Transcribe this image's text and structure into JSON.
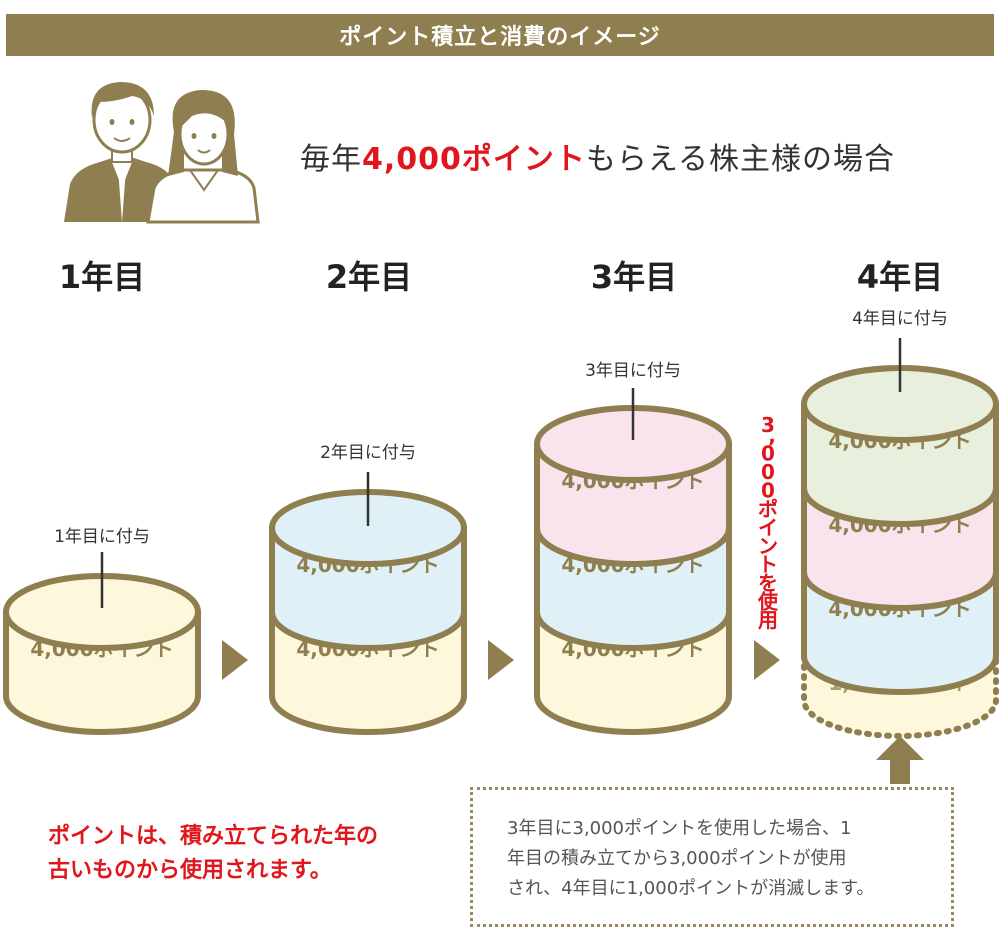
{
  "header": {
    "title": "ポイント積立と消費のイメージ"
  },
  "headline": {
    "prefix": "毎年",
    "highlight": "4,000ポイント",
    "suffix": "もらえる株主様の場合"
  },
  "years": [
    {
      "label": "1年目",
      "grant_label": "1年目に付与",
      "segments": [
        "4,000ポイント"
      ]
    },
    {
      "label": "2年目",
      "grant_label": "2年目に付与",
      "segments": [
        "4,000ポイント",
        "4,000ポイント"
      ]
    },
    {
      "label": "3年目",
      "grant_label": "3年目に付与",
      "segments": [
        "4,000ポイント",
        "4,000ポイント",
        "4,000ポイント"
      ]
    },
    {
      "label": "4年目",
      "grant_label": "4年目に付与",
      "segments": [
        "1,000ポイント",
        "4,000ポイント",
        "4,000ポイント",
        "4,000ポイント"
      ]
    }
  ],
  "used_label": "3,000ポイントを使用",
  "note_red": {
    "line1": "ポイントは、積み立てられた年の",
    "line2": "古いものから使用されます。"
  },
  "note_box": {
    "line1": "3年目に3,000ポイントを使用した場合、1",
    "line2": "年目の積み立てから3,000ポイントが使用",
    "line3": "され、4年目に1,000ポイントが消滅します。"
  },
  "colors": {
    "header": "#8f7f50",
    "outline": "#8f7f50",
    "year1_fill": "#fdf8dc",
    "year2_fill": "#dff0f7",
    "year3_fill": "#f9e4ee",
    "year4_fill": "#e8efdc",
    "accent_red": "#e0161c"
  },
  "icons": {
    "couple": "couple-illustration",
    "arrow": "triangle-right-icon",
    "up": "arrow-up-icon"
  }
}
